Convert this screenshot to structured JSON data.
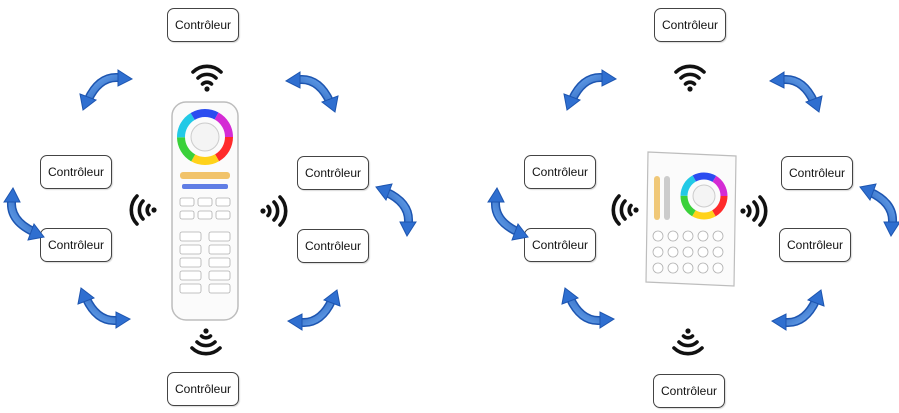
{
  "colors": {
    "arrow": "#3b7ddb",
    "arrow_dark": "#1d55b0",
    "signal": "#111111"
  },
  "icons": [
    "wifi-signal-icon",
    "curved-double-arrow-icon",
    "rgb-color-wheel-icon"
  ],
  "diagrams": [
    {
      "device": "handheld-remote",
      "controllers": {
        "top": "Contrôleur",
        "left_upper": "Contrôleur",
        "left_lower": "Contrôleur",
        "right_upper": "Contrôleur",
        "right_lower": "Contrôleur",
        "bottom": "Contrôleur"
      }
    },
    {
      "device": "wall-panel",
      "controllers": {
        "top": "Contrôleur",
        "left_upper": "Contrôleur",
        "left_lower": "Contrôleur",
        "right_upper": "Contrôleur",
        "right_lower": "Contrôleur",
        "bottom": "Contrôleur"
      }
    }
  ]
}
